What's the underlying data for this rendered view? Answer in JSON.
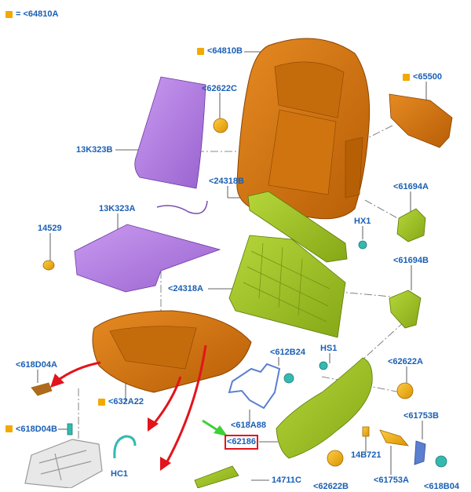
{
  "legend": {
    "equals": "=",
    "part": "<64810A"
  },
  "labels": {
    "p64810b": "<64810B",
    "p62622c": "<62622C",
    "p65500": "<65500",
    "p13k323b": "13K323B",
    "p24318b": "<24318B",
    "p61694a": "<61694A",
    "p13k323a": "13K323A",
    "p14529": "14529",
    "phx1": "HX1",
    "p61694b": "<61694B",
    "p24318a": "<24318A",
    "p618d04a": "<618D04A",
    "p612b24": "<612B24",
    "phs1": "HS1",
    "p62622a": "<62622A",
    "p632a22": "<632A22",
    "p618a88": "<618A88",
    "p61753b": "<61753B",
    "p618d04b": "<618D04B",
    "p62186": "<62186",
    "p14b721": "14B721",
    "phc1": "HC1",
    "p14711c": "14711C",
    "p61753a": "<61753A",
    "p62622b": "<62622B",
    "p618b04": "<618B04"
  },
  "colors": {
    "label": "#1a5fb4",
    "foam_orange": "#d9780f",
    "pad_purple": "#b57ee0",
    "frame_green": "#9cc223",
    "key_yellow": "#f2a900",
    "arrow_red": "#e3141b",
    "arrow_green": "#3dd136",
    "bracket_blue": "#5b7fd0",
    "clip_teal": "#34b9b0"
  }
}
